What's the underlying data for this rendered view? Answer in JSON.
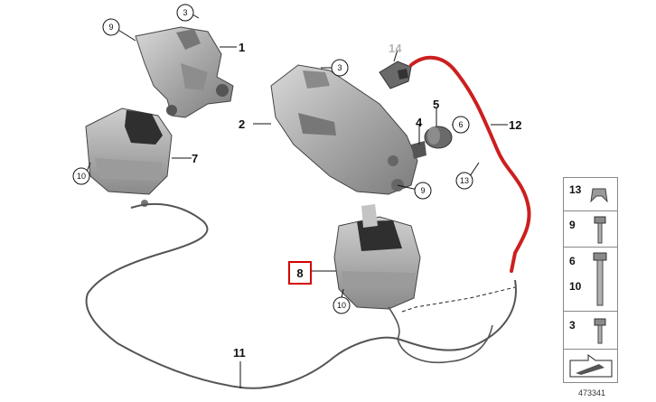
{
  "callouts": {
    "c1": "1",
    "c2": "2",
    "c3a": "3",
    "c3b": "3",
    "c4": "4",
    "c5": "5",
    "c6": "6",
    "c7": "7",
    "c8": "8",
    "c9a": "9",
    "c9b": "9",
    "c10a": "10",
    "c10b": "10",
    "c11": "11",
    "c12": "12",
    "c13": "13",
    "c14": "14"
  },
  "legend": {
    "row1": "13",
    "row2": "9",
    "row3a": "6",
    "row3b": "10",
    "row4": "3"
  },
  "reference_number": "473341",
  "colors": {
    "highlight_box": "#d40000",
    "vacuum_line": "#cc1f1f",
    "part_gray": "#a9a9a9",
    "part_dark": "#3a3a3a",
    "faded_label": "#b5b5b5"
  }
}
